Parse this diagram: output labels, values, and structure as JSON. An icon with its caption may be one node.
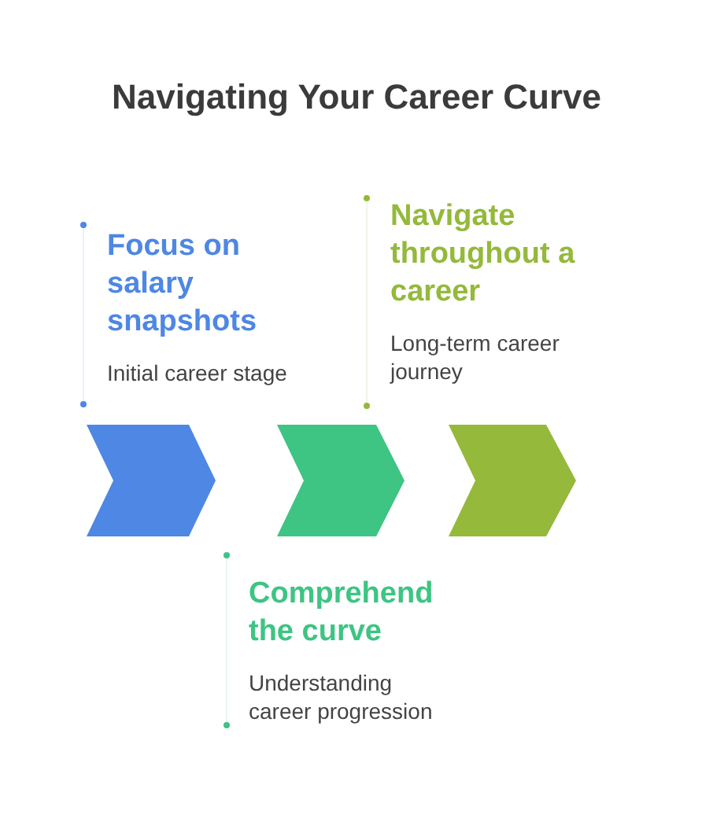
{
  "diagram": {
    "title": "Navigating Your Career Curve",
    "nodes": [
      {
        "text": [],
        "shape": "chevron",
        "beside": [
          "Focus on salary snapshots",
          "Initial career stage"
        ]
      },
      {
        "text": [],
        "shape": "chevron",
        "beside": [
          "Comprehend the curve",
          "Understanding career progression"
        ]
      },
      {
        "text": [],
        "shape": "chevron",
        "beside": [
          "Navigate throughout a career",
          "Long-term career journey"
        ]
      }
    ]
  }
}
